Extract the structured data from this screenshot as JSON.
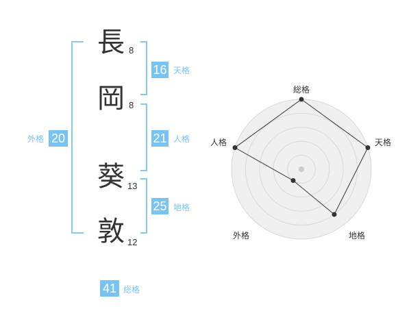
{
  "name": {
    "chars": [
      {
        "char": "長",
        "strokes": "8"
      },
      {
        "char": "岡",
        "strokes": "8"
      },
      {
        "char": "葵",
        "strokes": "13"
      },
      {
        "char": "敦",
        "strokes": "12"
      }
    ]
  },
  "fortunes": {
    "tenkaku": {
      "value": "16",
      "label": "天格"
    },
    "jinkaku": {
      "value": "21",
      "label": "人格"
    },
    "chikaku": {
      "value": "25",
      "label": "地格"
    },
    "gaikaku": {
      "value": "20",
      "label": "外格"
    },
    "soukaku": {
      "value": "41",
      "label": "総格"
    }
  },
  "colors": {
    "accent": "#78c3f0",
    "bracket": "#85c8f0",
    "text": "#333333",
    "radar_fill": "#f0f0f0",
    "radar_grid": "#d8d8d8"
  },
  "chart_data": {
    "type": "radar",
    "axes": [
      "総格",
      "天格",
      "地格",
      "外格",
      "人格"
    ],
    "values": [
      5,
      5,
      4,
      1,
      5
    ],
    "range": [
      0,
      5
    ],
    "grid_rings": 5
  }
}
